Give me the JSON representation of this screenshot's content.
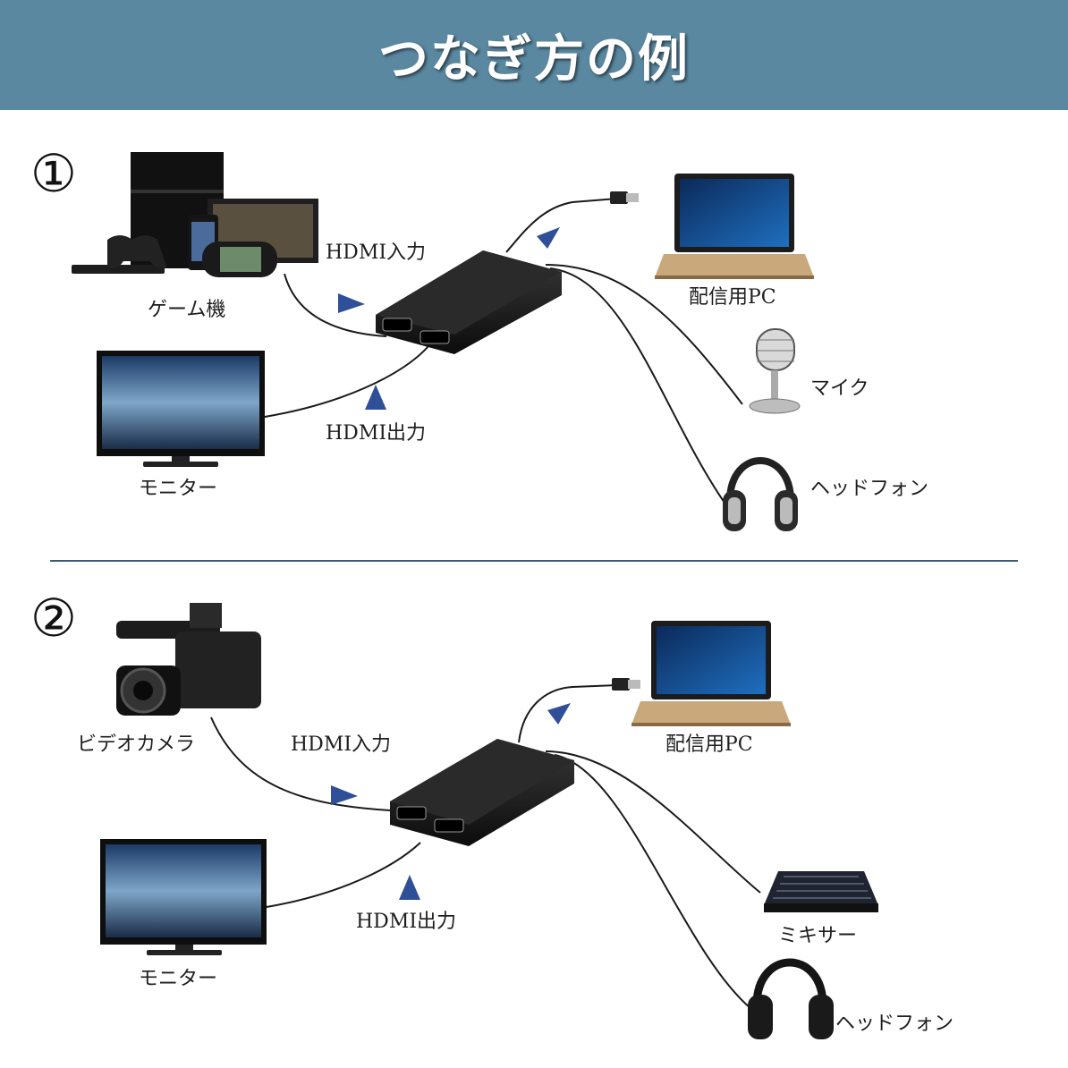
{
  "header": {
    "title": "つなぎ方の例"
  },
  "example1": {
    "number": "①",
    "labels": {
      "game": "ゲーム機",
      "monitor": "モニター",
      "hdmi_in": "HDMI入力",
      "hdmi_out": "HDMI出力",
      "pc": "配信用PC",
      "mic": "マイク",
      "headphone": "ヘッドフォン"
    }
  },
  "example2": {
    "number": "②",
    "labels": {
      "camera": "ビデオカメラ",
      "monitor": "モニター",
      "hdmi_in": "HDMI入力",
      "hdmi_out": "HDMI出力",
      "pc": "配信用PC",
      "mixer": "ミキサー",
      "headphone": "ヘッドフォン"
    }
  },
  "colors": {
    "header_bg": "#5a88a0",
    "arrow": "#2f4f98",
    "divider": "#3d5a75"
  }
}
